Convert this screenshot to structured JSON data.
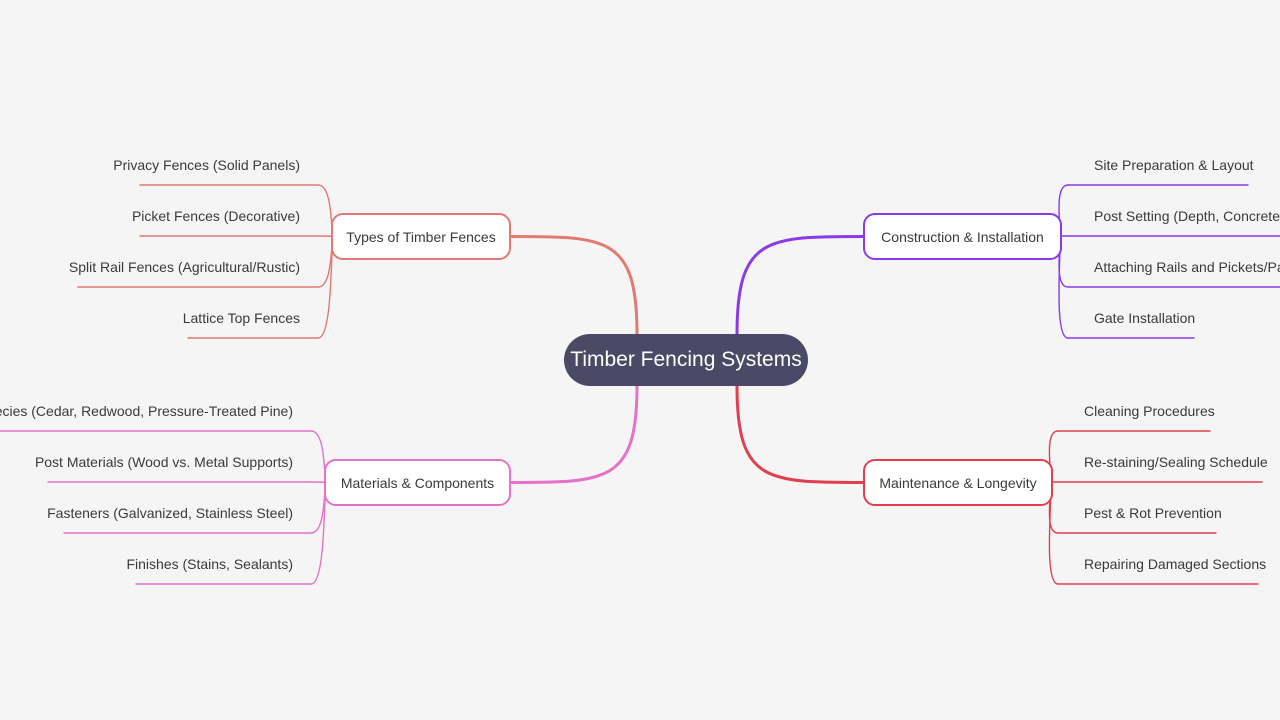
{
  "root": {
    "label": "Timber Fencing Systems"
  },
  "branches": [
    {
      "id": "types",
      "label": "Types of Timber Fences",
      "color": "#e07a72",
      "items": [
        "Privacy Fences (Solid Panels)",
        "Picket Fences (Decorative)",
        "Split Rail Fences (Agricultural/Rustic)",
        "Lattice Top Fences"
      ]
    },
    {
      "id": "materials",
      "label": "Materials & Components",
      "color": "#e572c8",
      "items": [
        "Species (Cedar, Redwood, Pressure-Treated Pine)",
        "Post Materials (Wood vs. Metal Supports)",
        "Fasteners (Galvanized, Stainless Steel)",
        "Finishes (Stains, Sealants)"
      ]
    },
    {
      "id": "construction",
      "label": "Construction & Installation",
      "color": "#8a3ae6",
      "items": [
        "Site Preparation & Layout",
        "Post Setting (Depth, Concrete/Gravel)",
        "Attaching Rails and Pickets/Panels",
        "Gate Installation"
      ]
    },
    {
      "id": "maintenance",
      "label": "Maintenance & Longevity",
      "color": "#e0404e",
      "items": [
        "Cleaning Procedures",
        "Re-staining/Sealing Schedule",
        "Pest & Rot Prevention",
        "Repairing Damaged Sections"
      ]
    }
  ]
}
